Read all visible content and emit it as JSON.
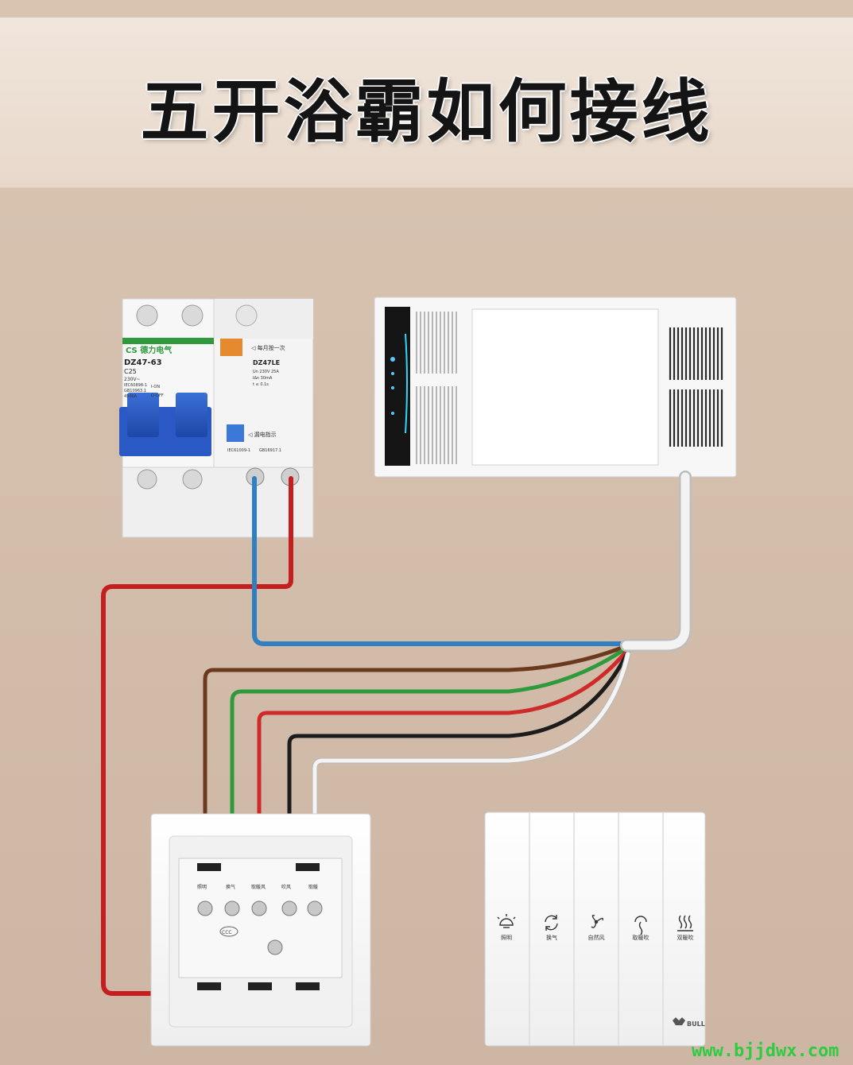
{
  "title": "五开浴霸如何接线",
  "breaker": {
    "brand": "CS 德力电气",
    "model_left": "DZ47-63",
    "rating": "C25",
    "voltage": "230V~",
    "std1": "IEC60898-1",
    "std2": "GB10963.1",
    "capacity": "4500A",
    "on_label": "I-ON",
    "off_label": "O-OFF",
    "note_top": "◁ 每月按一次",
    "model_right": "DZ47LE",
    "spec1": "Un 230V 25A",
    "spec2": "IΔn 30mA",
    "spec3": "t ≤ 0.1s",
    "leak_label": "◁ 漏电指示",
    "std_bottom1": "IEC61009-1",
    "std_bottom2": "GB16917.1"
  },
  "switch": {
    "terminal_labels": [
      "照明",
      "换气",
      "取暖风",
      "吹风",
      "取暖"
    ],
    "center_mark": "CCC"
  },
  "switch_front": {
    "buttons": [
      {
        "icon": "lamp-icon",
        "label": "照明"
      },
      {
        "icon": "cycle-icon",
        "label": "换气"
      },
      {
        "icon": "fan-icon",
        "label": "自然风"
      },
      {
        "icon": "warm-icon",
        "label": "取暖吹"
      },
      {
        "icon": "heat-icon",
        "label": "双暖吹"
      }
    ],
    "brand": "BULL"
  },
  "wire_colors": {
    "live": "#c41e1e",
    "neutral": "#2f7fc1",
    "brown": "#6b3a1e",
    "green": "#2e9a3c",
    "red": "#cf2a2a",
    "black": "#1c1c1c",
    "white": "#f4f4f4"
  },
  "watermark": "www.bjjdwx.com"
}
